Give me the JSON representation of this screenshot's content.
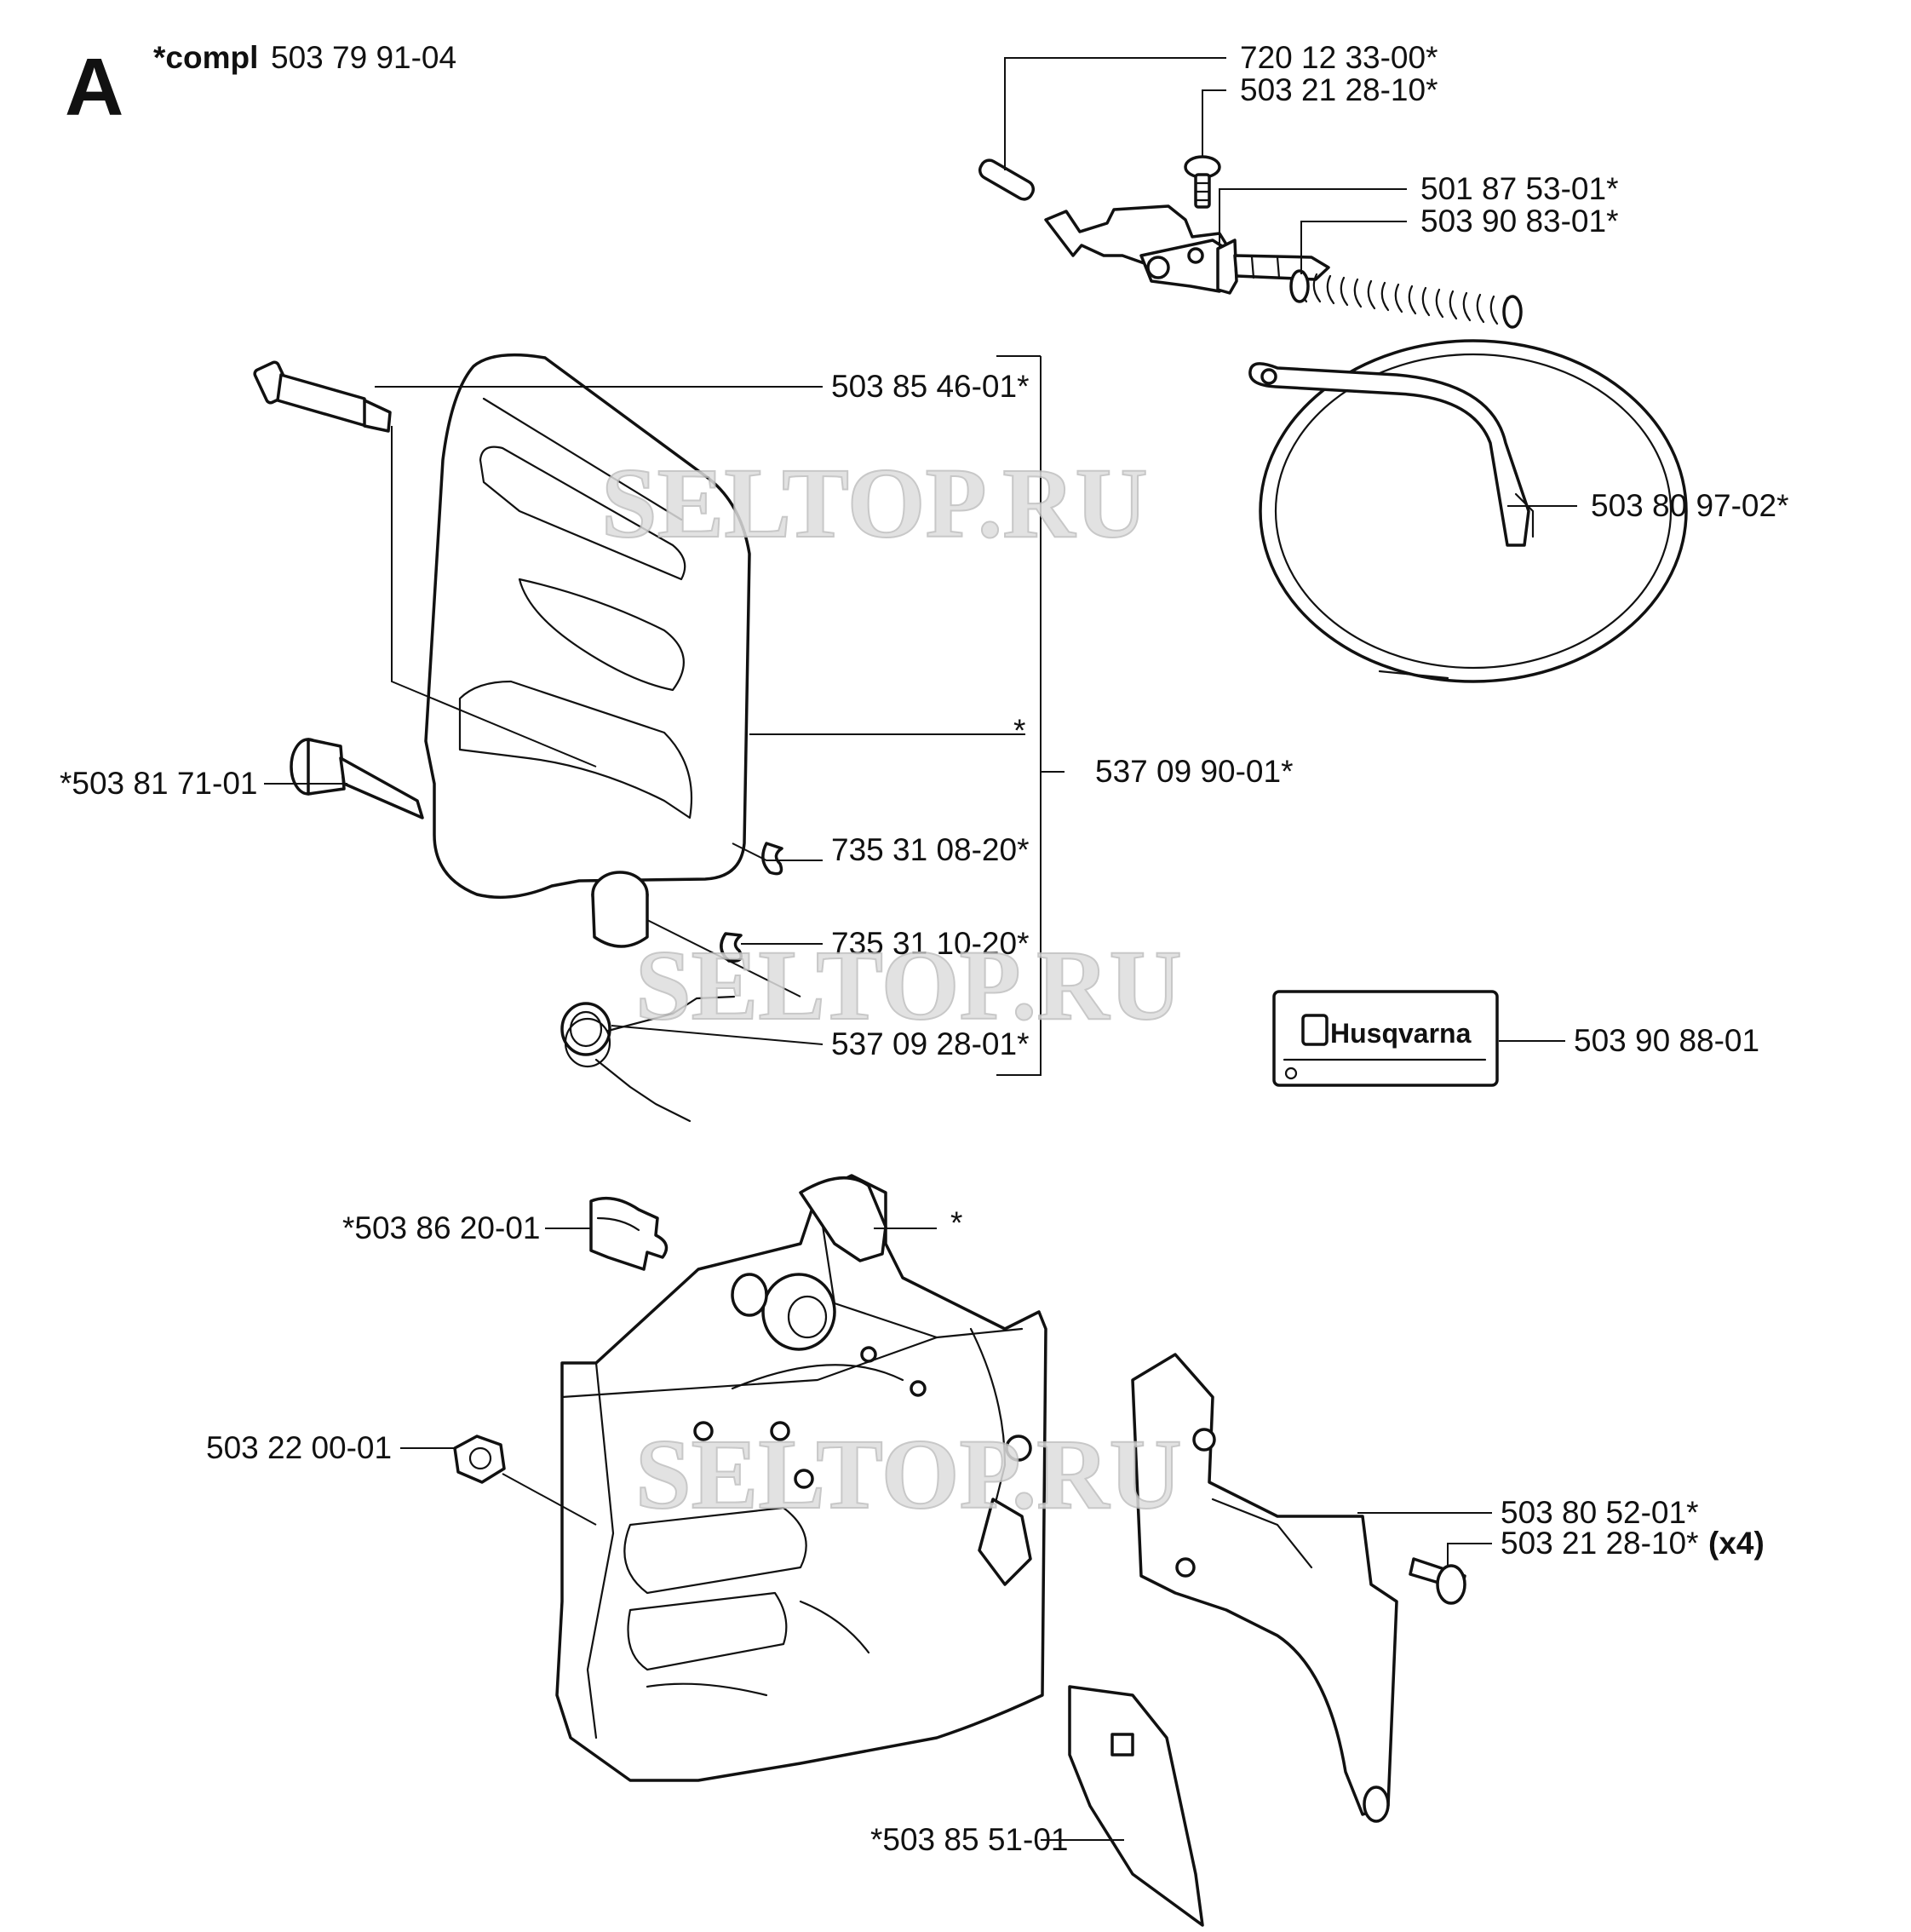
{
  "header": {
    "section_letter": "A",
    "compl_prefix": "*compl",
    "compl_number": "503 79 91-04"
  },
  "labels": {
    "l1": "720 12 33-00*",
    "l2": "503 21 28-10*",
    "l3": "501 87 53-01*",
    "l4": "503 90 83-01*",
    "l5": "503 85 46-01*",
    "l6": "503 80 97-02*",
    "l7": "*",
    "l8": "537 09 90-01*",
    "l9": "*503 81 71-01",
    "l10": "735 31 08-20*",
    "l11": "735 31 10-20*",
    "l12": "537 09 28-01*",
    "l13": "503 90 88-01",
    "l14": "*503 86 20-01",
    "l15": "*",
    "l16": "503 22 00-01",
    "l17": "503 80 52-01*",
    "l18": "503 21 28-10*",
    "l18_suffix": "(x4)",
    "l19": "*503 85 51-01"
  },
  "decal": {
    "brand": "Husqvarna"
  },
  "watermark": {
    "text": "SELTOP.RU"
  }
}
